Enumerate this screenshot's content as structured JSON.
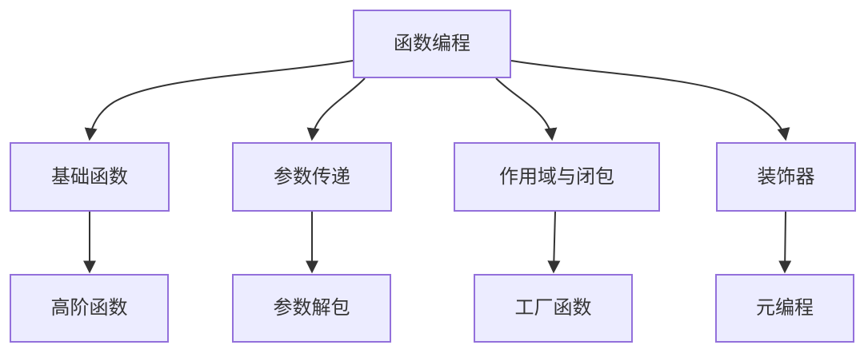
{
  "diagram": {
    "type": "flowchart",
    "direction": "top-down"
  },
  "nodes": {
    "root": {
      "label": "函数编程"
    },
    "basics": {
      "label": "基础函数"
    },
    "param_passing": {
      "label": "参数传递"
    },
    "scope_closures": {
      "label": "作用域与闭包"
    },
    "decorators": {
      "label": "装饰器"
    },
    "higher_order": {
      "label": "高阶函数"
    },
    "arg_unpacking": {
      "label": "参数解包"
    },
    "factory": {
      "label": "工厂函数"
    },
    "metaprogramming": {
      "label": "元编程"
    }
  },
  "edges": [
    {
      "from": "root",
      "to": "basics"
    },
    {
      "from": "root",
      "to": "param_passing"
    },
    {
      "from": "root",
      "to": "scope_closures"
    },
    {
      "from": "root",
      "to": "decorators"
    },
    {
      "from": "basics",
      "to": "higher_order"
    },
    {
      "from": "param_passing",
      "to": "arg_unpacking"
    },
    {
      "from": "scope_closures",
      "to": "factory"
    },
    {
      "from": "decorators",
      "to": "metaprogramming"
    }
  ],
  "colors": {
    "node_fill": "#ECECFF",
    "node_border": "#9370DB",
    "node_text": "#333333",
    "edge_stroke": "#333333",
    "background": "#FFFFFF"
  }
}
